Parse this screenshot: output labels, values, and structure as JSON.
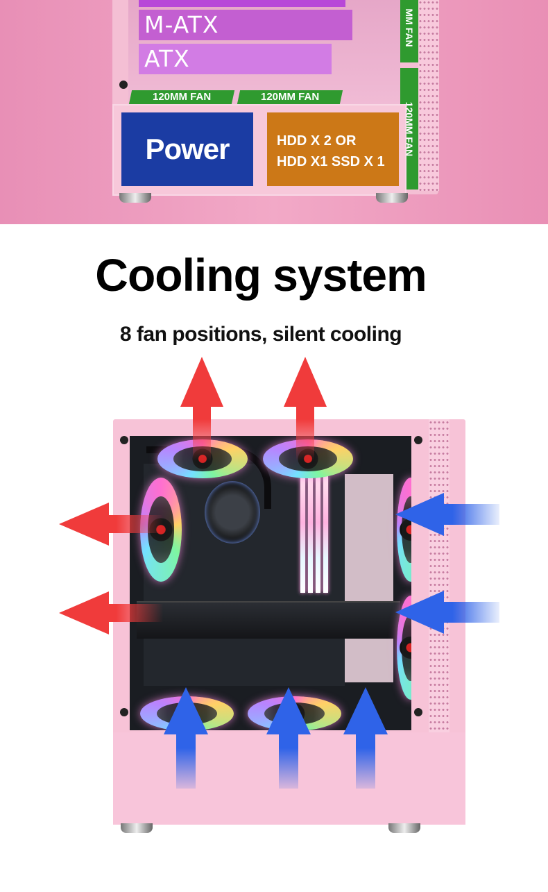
{
  "banner": {
    "motherboard_sizes": [
      "M-ATX",
      "ATX"
    ],
    "fan_labels": [
      "120MM FAN",
      "120MM FAN"
    ],
    "side_fan_label_top": "MM FAN",
    "side_fan_label_bottom": "120MM FAN",
    "power_label": "Power",
    "hdd_lines": [
      "HDD X 2 OR",
      "HDD X1 SSD X 1"
    ]
  },
  "section": {
    "title": "Cooling system",
    "subtitle": "8 fan positions, silent cooling"
  },
  "colors": {
    "banner_background": "#ef9fc1",
    "case_pink": "#f7c3d7",
    "power_blue": "#1b3ca3",
    "hdd_orange": "#cc7817",
    "fan_label_green": "#2f9a2f",
    "exhaust_red": "#f03b3b",
    "intake_blue": "#2f63e8"
  },
  "icons": {
    "exhaust": "red-arrow-icon",
    "intake": "blue-arrow-icon"
  }
}
